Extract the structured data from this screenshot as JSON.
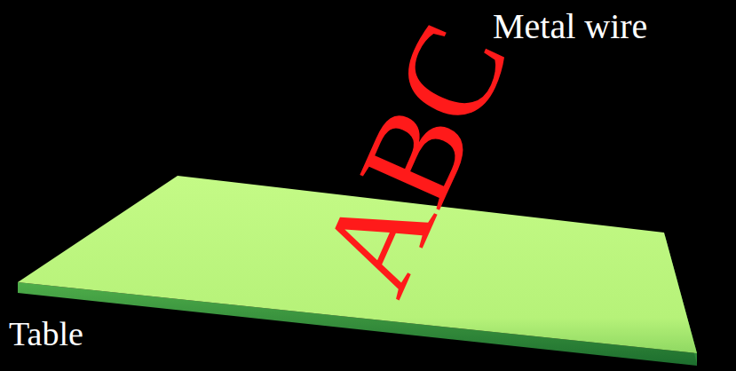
{
  "diagram": {
    "labels": [
      "Metal wire",
      "ABC",
      "Table"
    ]
  }
}
